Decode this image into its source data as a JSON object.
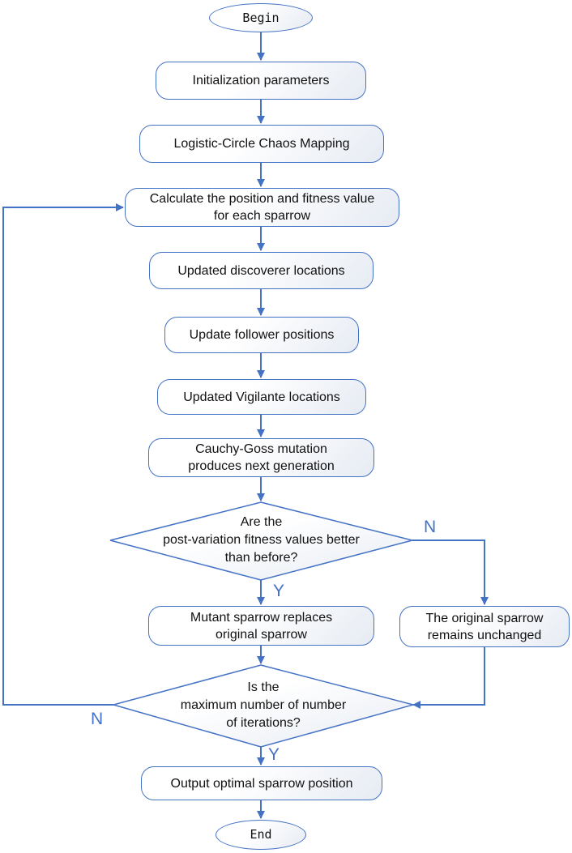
{
  "nodes": {
    "begin": "Begin",
    "init": "Initialization parameters",
    "chaos": "Logistic-Circle Chaos Mapping",
    "calc": "Calculate the position and fitness value for each sparrow",
    "discoverer": "Updated discoverer locations",
    "follower": "Update follower positions",
    "vigilante": "Updated Vigilante locations",
    "mutation": "Cauchy-Goss mutation produces next generation",
    "decision1": [
      "Are the",
      "post-variation fitness values better",
      "than before?"
    ],
    "replace": "Mutant sparrow replaces original sparrow",
    "unchanged": "The original sparrow remains unchanged",
    "decision2": [
      "Is the",
      "maximum number of number",
      "of iterations?"
    ],
    "output": "Output optimal sparrow position",
    "end": "End"
  },
  "edge_labels": {
    "d1_no": "N",
    "d1_yes": "Y",
    "d2_no": "N",
    "d2_yes": "Y"
  },
  "colors": {
    "line": "#4472C4",
    "text": "#111111"
  }
}
